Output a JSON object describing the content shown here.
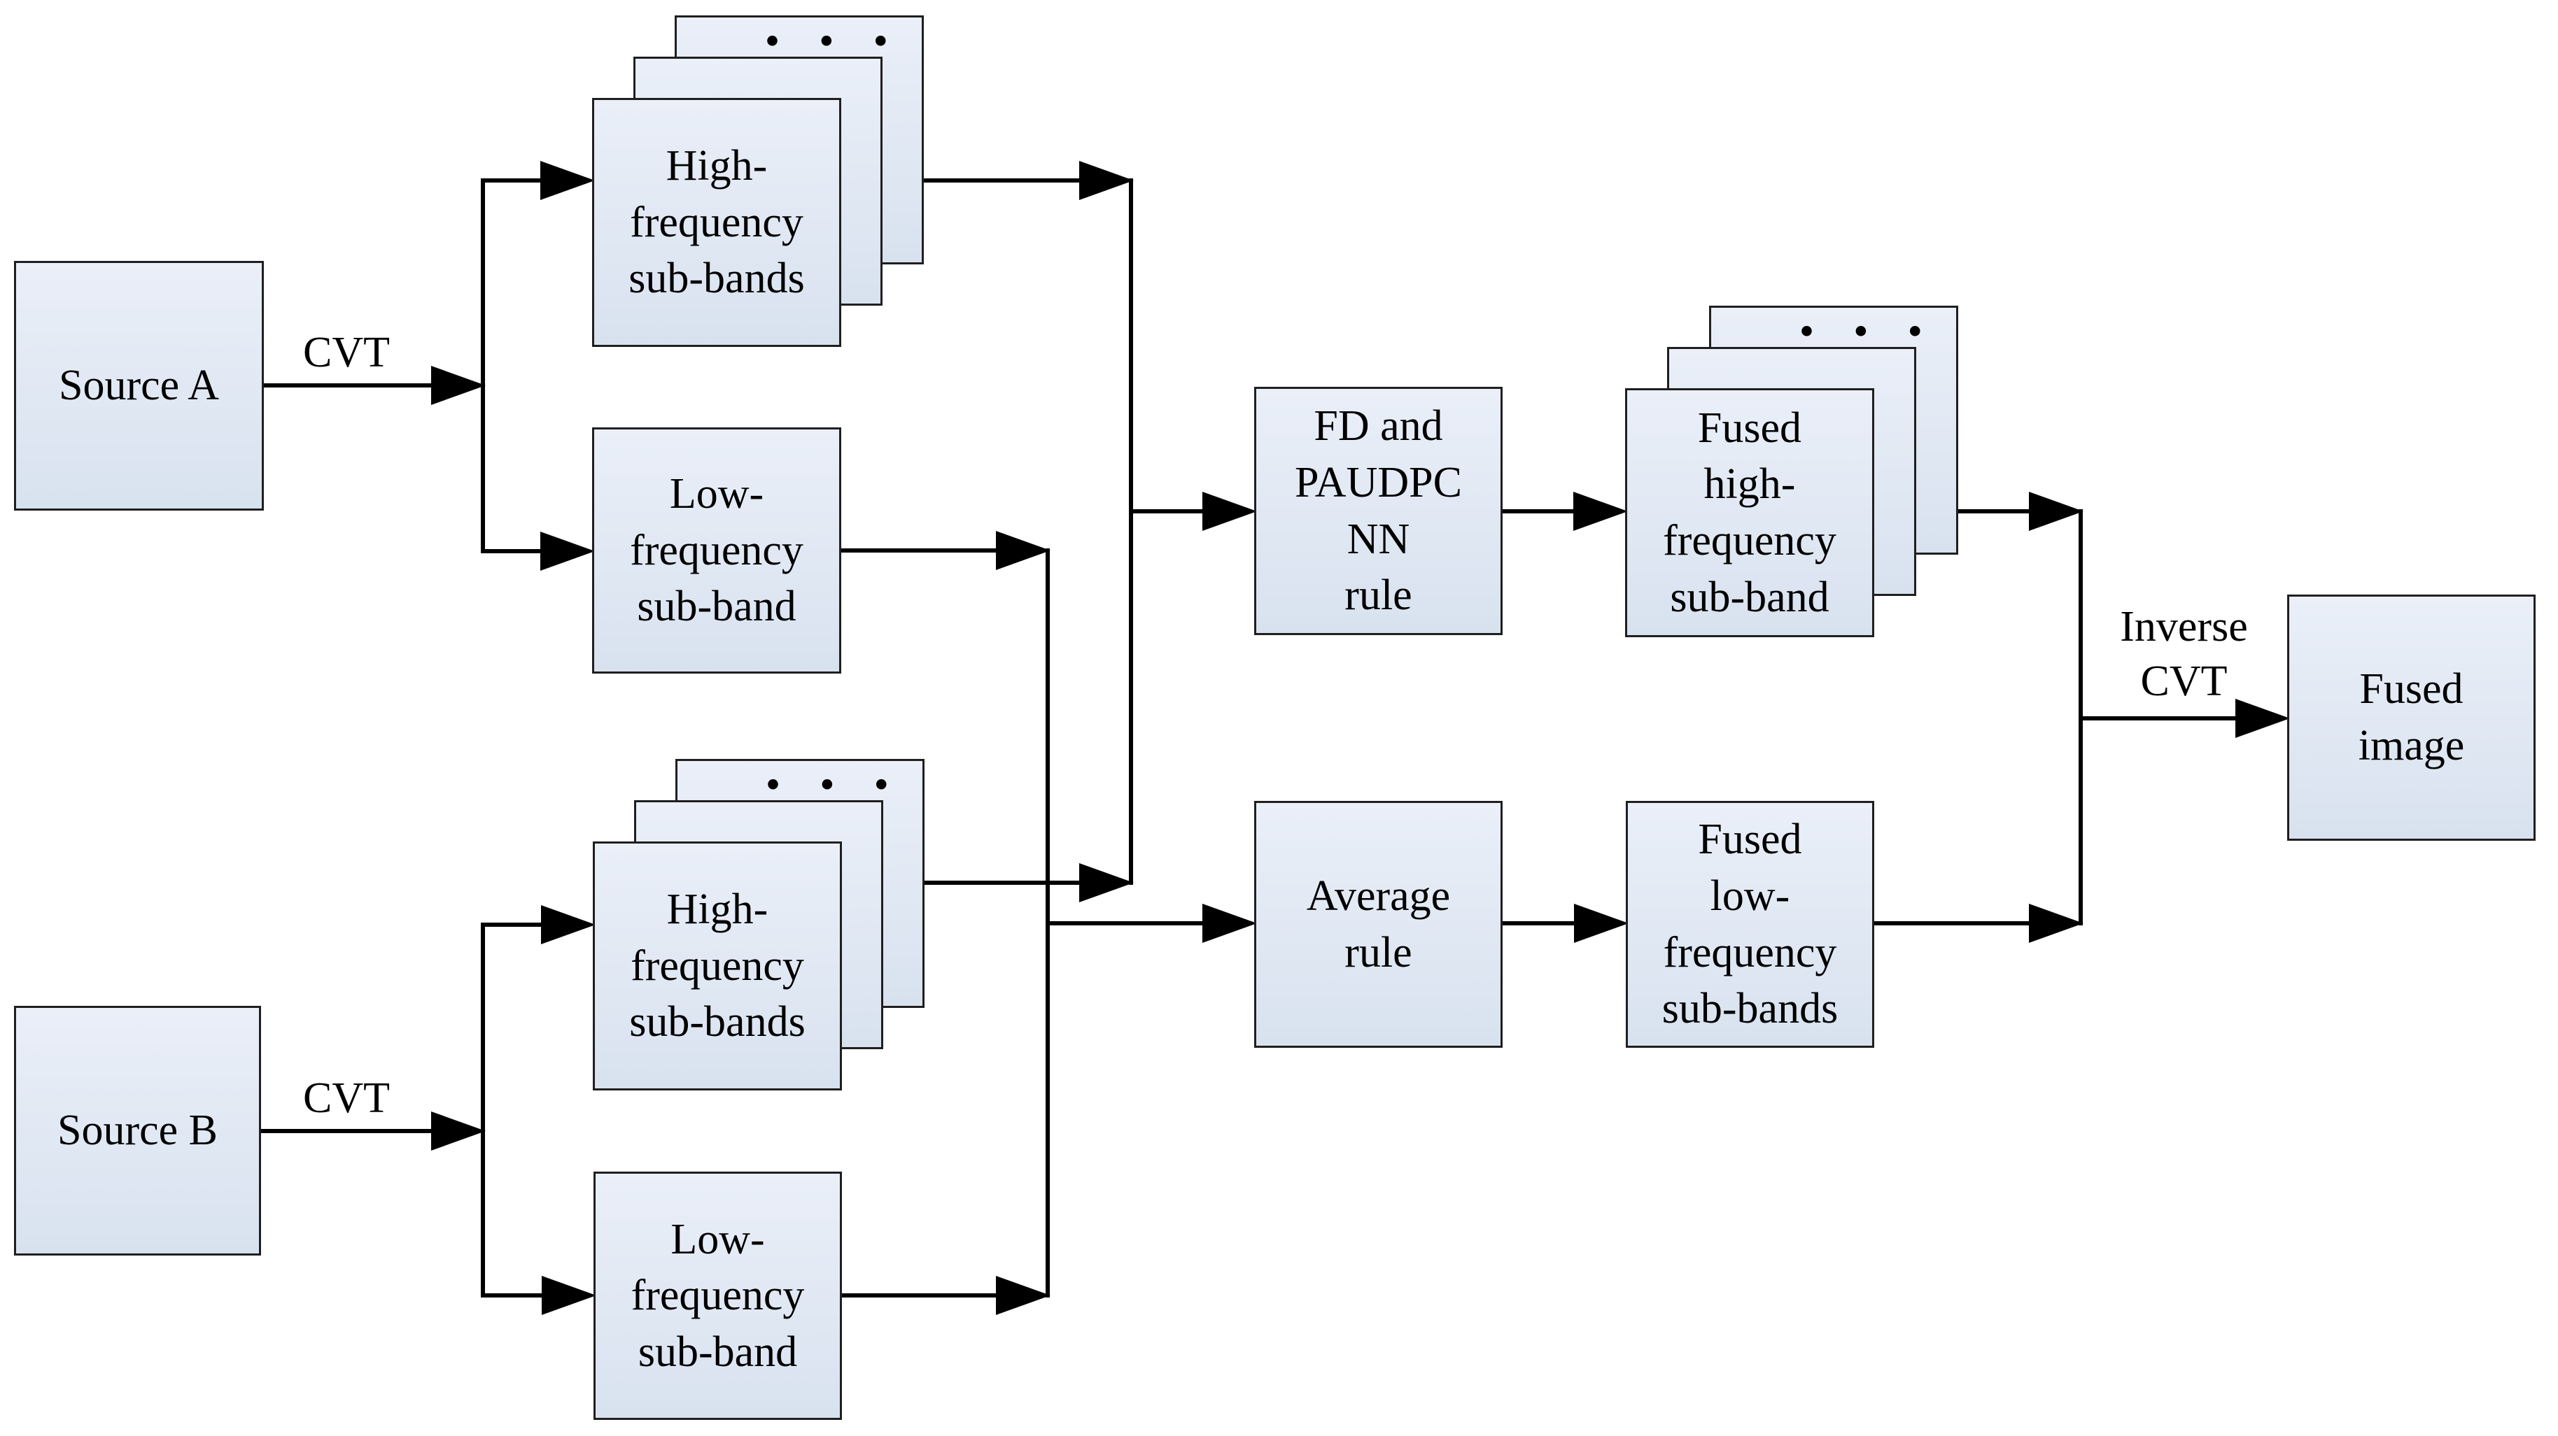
{
  "nodes": {
    "source_a": {
      "label": "Source A"
    },
    "source_b": {
      "label": "Source B"
    },
    "hf_a": {
      "label": "High-\nfrequency\nsub-bands",
      "dots": "• • •"
    },
    "lf_a": {
      "label": "Low-\nfrequency\nsub-band"
    },
    "hf_b": {
      "label": "High-\nfrequency\nsub-bands",
      "dots": "• • •"
    },
    "lf_b": {
      "label": "Low-\nfrequency\nsub-band"
    },
    "fd_rule": {
      "label": "FD and\nPAUDPC\nNN\nrule"
    },
    "avg_rule": {
      "label": "Average\nrule"
    },
    "fused_hf": {
      "label": "Fused\nhigh-\nfrequency\nsub-band",
      "dots": "• • •"
    },
    "fused_lf": {
      "label": "Fused\nlow-\nfrequency\nsub-bands"
    },
    "fused_image": {
      "label": "Fused\nimage"
    }
  },
  "edge_labels": {
    "cvt_a": "CVT",
    "cvt_b": "CVT",
    "inverse_cvt": "Inverse\nCVT"
  },
  "colors": {
    "box_fill_top": "#eaeff8",
    "box_fill_bottom": "#d8e2ef",
    "box_border": "#1f1f1f",
    "line": "#000000",
    "background": "#ffffff"
  }
}
